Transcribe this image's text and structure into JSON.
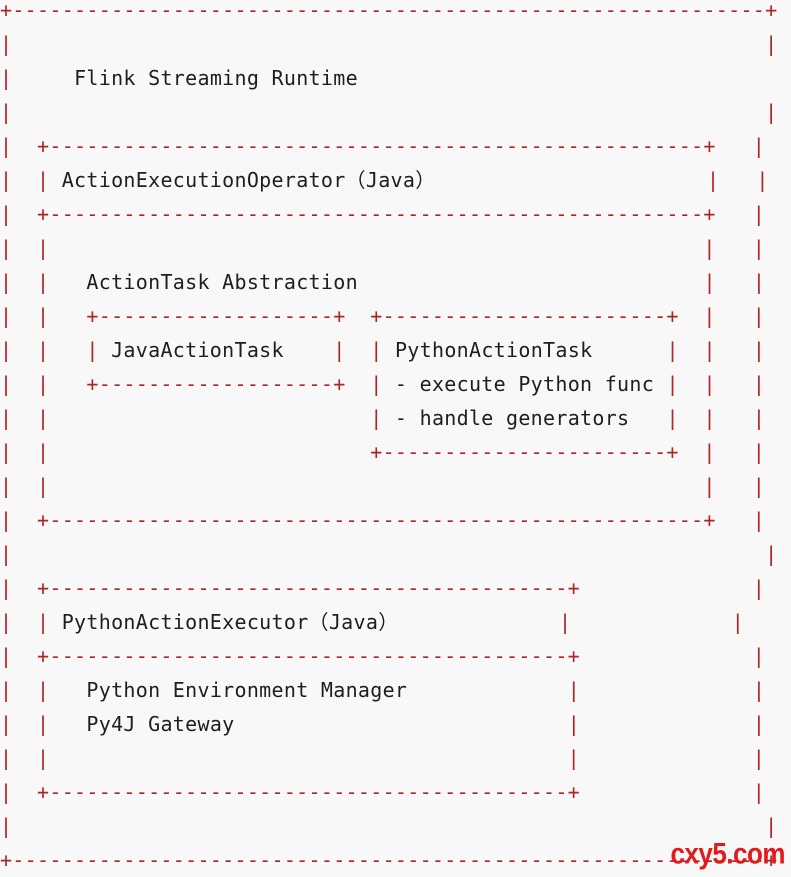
{
  "diagram": {
    "runtime_title": "Flink Streaming Runtime",
    "operator_title": "ActionExecutionOperator（Java）",
    "abstraction_title": "ActionTask Abstraction",
    "java_task": "JavaActionTask",
    "python_task": "PythonActionTask",
    "python_task_item_1": "- execute Python func",
    "python_task_item_2": "- handle generators",
    "executor_title": "PythonActionExecutor（Java）",
    "executor_item_1": "Python Environment Manager",
    "executor_item_2": "Py4J Gateway"
  },
  "watermark": "cxy5.com"
}
